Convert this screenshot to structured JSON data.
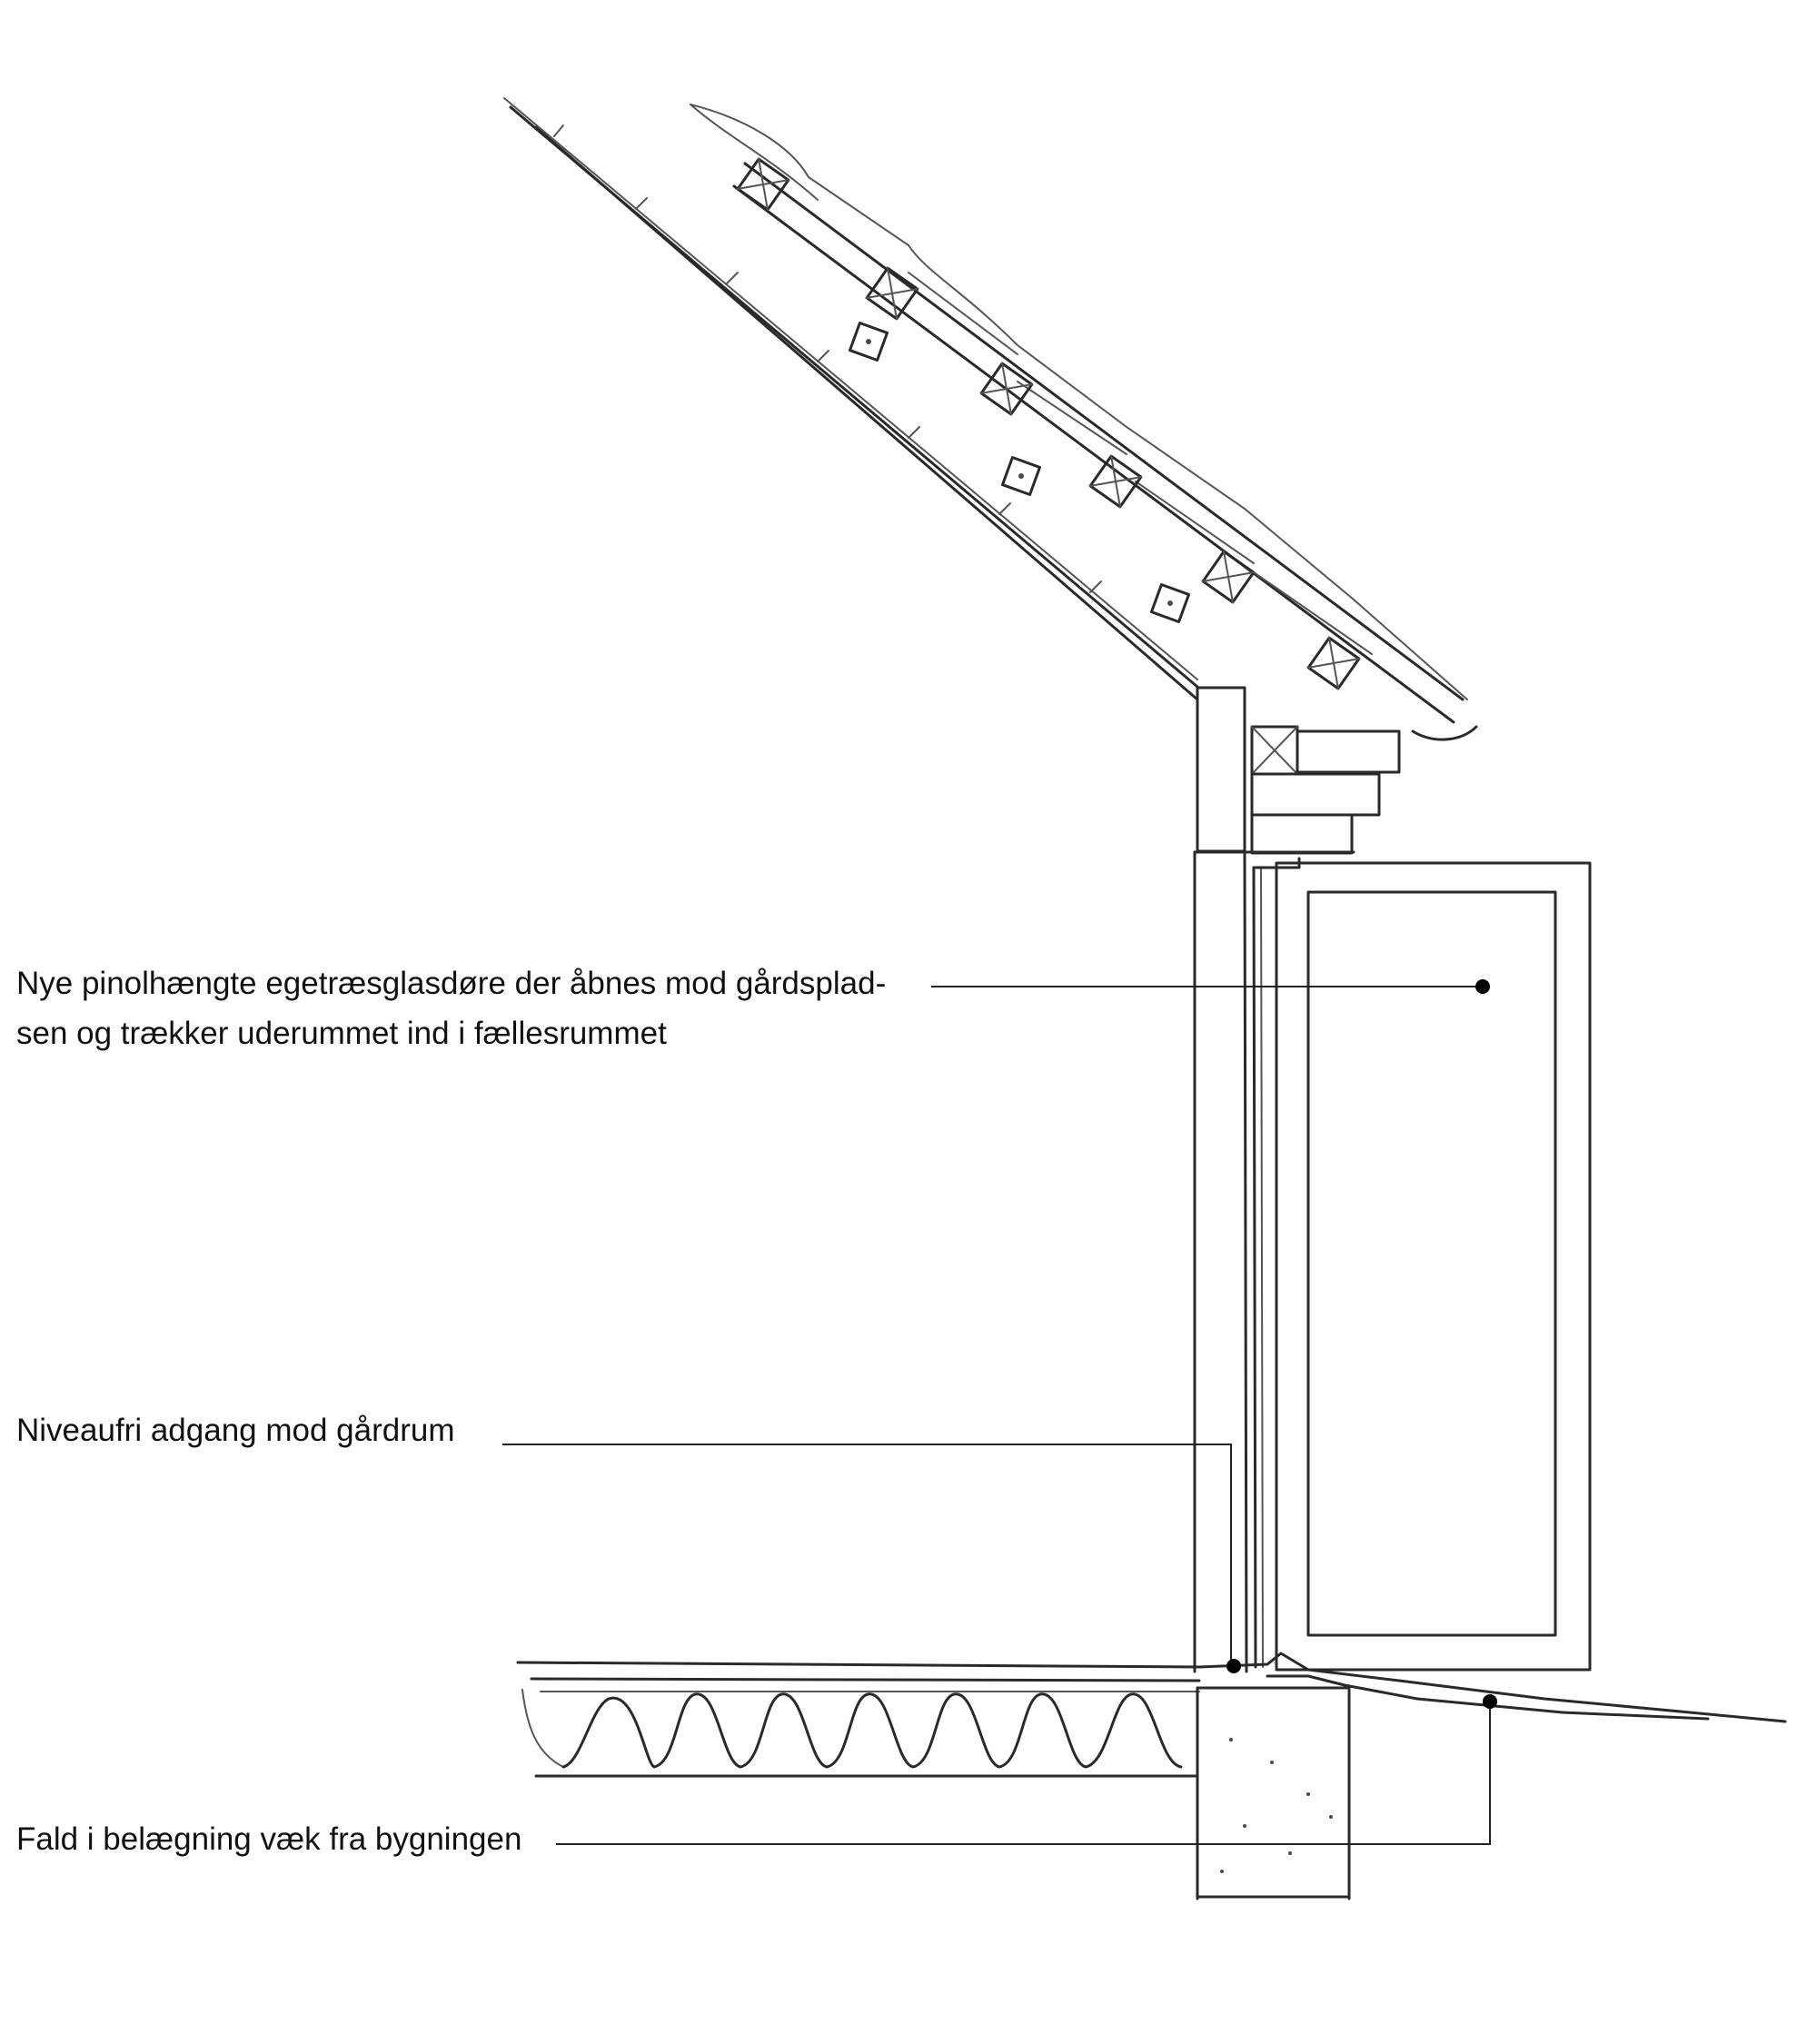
{
  "diagram": {
    "annotations": [
      {
        "id": "doors",
        "lines": [
          "Nye pinolhængte egetræsglasdøre der åbnes mod gårdsplad-",
          "sen og trække­r uderummet ind i fællesrummet"
        ]
      },
      {
        "id": "access",
        "lines": [
          "Niveaufri adgang mod gårdrum"
        ]
      },
      {
        "id": "slope",
        "lines": [
          "Fald i belægning væk fra bygningen"
        ]
      }
    ]
  }
}
